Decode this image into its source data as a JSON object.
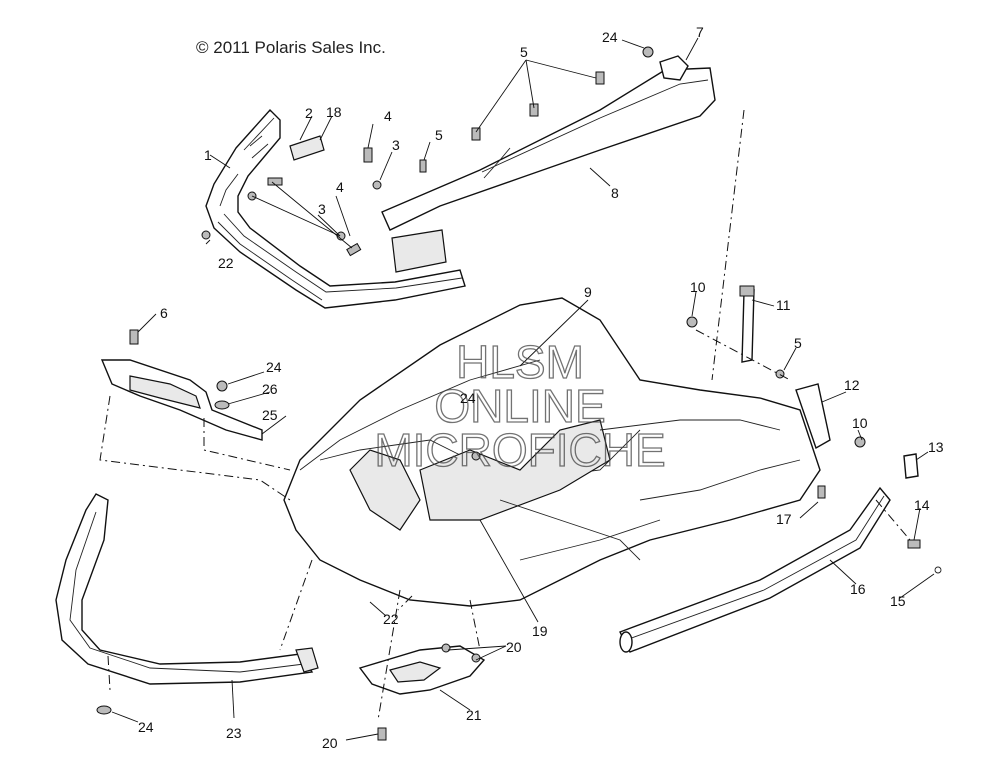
{
  "copyright": "© 2011 Polaris Sales Inc.",
  "watermark": {
    "line1": "HLSM",
    "line2": "ONLINE",
    "line3": "MICROFICHE"
  },
  "callouts": [
    {
      "id": "c1",
      "label": "1"
    },
    {
      "id": "c2",
      "label": "2"
    },
    {
      "id": "c18",
      "label": "18"
    },
    {
      "id": "c4a",
      "label": "4"
    },
    {
      "id": "c3a",
      "label": "3"
    },
    {
      "id": "c5a",
      "label": "5"
    },
    {
      "id": "c4b",
      "label": "4"
    },
    {
      "id": "c3b",
      "label": "3"
    },
    {
      "id": "c22a",
      "label": "22"
    },
    {
      "id": "c5b",
      "label": "5"
    },
    {
      "id": "c24a",
      "label": "24"
    },
    {
      "id": "c7",
      "label": "7"
    },
    {
      "id": "c8",
      "label": "8"
    },
    {
      "id": "c9",
      "label": "9"
    },
    {
      "id": "c6",
      "label": "6"
    },
    {
      "id": "c24b",
      "label": "24"
    },
    {
      "id": "c26",
      "label": "26"
    },
    {
      "id": "c25",
      "label": "25"
    },
    {
      "id": "c24c",
      "label": "24"
    },
    {
      "id": "c10a",
      "label": "10"
    },
    {
      "id": "c11",
      "label": "11"
    },
    {
      "id": "c5c",
      "label": "5"
    },
    {
      "id": "c12",
      "label": "12"
    },
    {
      "id": "c10b",
      "label": "10"
    },
    {
      "id": "c13",
      "label": "13"
    },
    {
      "id": "c17",
      "label": "17"
    },
    {
      "id": "c14",
      "label": "14"
    },
    {
      "id": "c16",
      "label": "16"
    },
    {
      "id": "c15",
      "label": "15"
    },
    {
      "id": "c22b",
      "label": "22"
    },
    {
      "id": "c19",
      "label": "19"
    },
    {
      "id": "c20a",
      "label": "20"
    },
    {
      "id": "c21",
      "label": "21"
    },
    {
      "id": "c20b",
      "label": "20"
    },
    {
      "id": "c24d",
      "label": "24"
    },
    {
      "id": "c23",
      "label": "23"
    }
  ]
}
